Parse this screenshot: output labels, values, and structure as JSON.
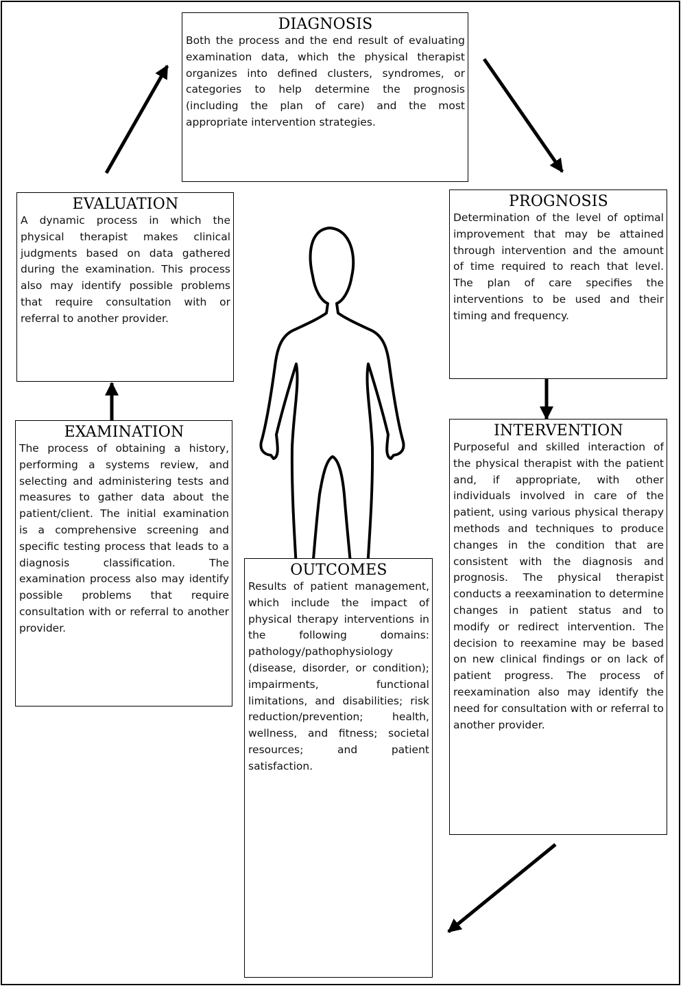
{
  "diagnosis": {
    "title": "DIAGNOSIS",
    "text": "Both the process and the end result of evaluating examination data, which the physical therapist organizes into defined clusters, syndromes, or categories to help determine the prognosis (including the plan of care) and the most appropriate intervention strategies."
  },
  "evaluation": {
    "title": "EVALUATION",
    "text": "A dynamic process in which the physical therapist makes clinical judgments based on data gathered during the examination. This process also may identify possible problems that require consultation with or referral to another provider."
  },
  "prognosis": {
    "title": "PROGNOSIS",
    "text": "Determination of the level of optimal improvement that may be attained through intervention and the amount of time required to reach that level. The plan of care specifies the interventions to be used and their timing and frequency."
  },
  "examination": {
    "title": "EXAMINATION",
    "text": "The process of obtaining a history, performing a systems review, and selecting and administering tests and measures to gather data about the patient/client. The initial examination is a comprehensive screening and specific testing process that leads to a diagnosis classification. The examination process also may identify possible problems that require consultation with or referral to another provider."
  },
  "intervention": {
    "title": "INTERVENTION",
    "text": "Purposeful and skilled interaction of the physical therapist with the patient and, if appropriate, with other individuals involved in care of the patient, using various physical therapy methods and techniques to produce changes in the condition that are consistent with the diagnosis and prognosis. The physical therapist conducts a reexamination to determine changes in patient status and to modify or redirect intervention. The decision to reexamine may be based on new clinical findings or on lack of patient progress. The process of reexamination also may identify the need for consultation with or referral to another provider."
  },
  "outcomes": {
    "title": "OUTCOMES",
    "text": "Results of patient management, which include the impact of physical therapy interventions in the following domains: pathology/pathophysiology (disease, disorder, or condition); impairments, functional limitations, and disabilities; risk reduction/prevention; health, wellness, and fitness; societal resources; and patient satisfaction."
  }
}
